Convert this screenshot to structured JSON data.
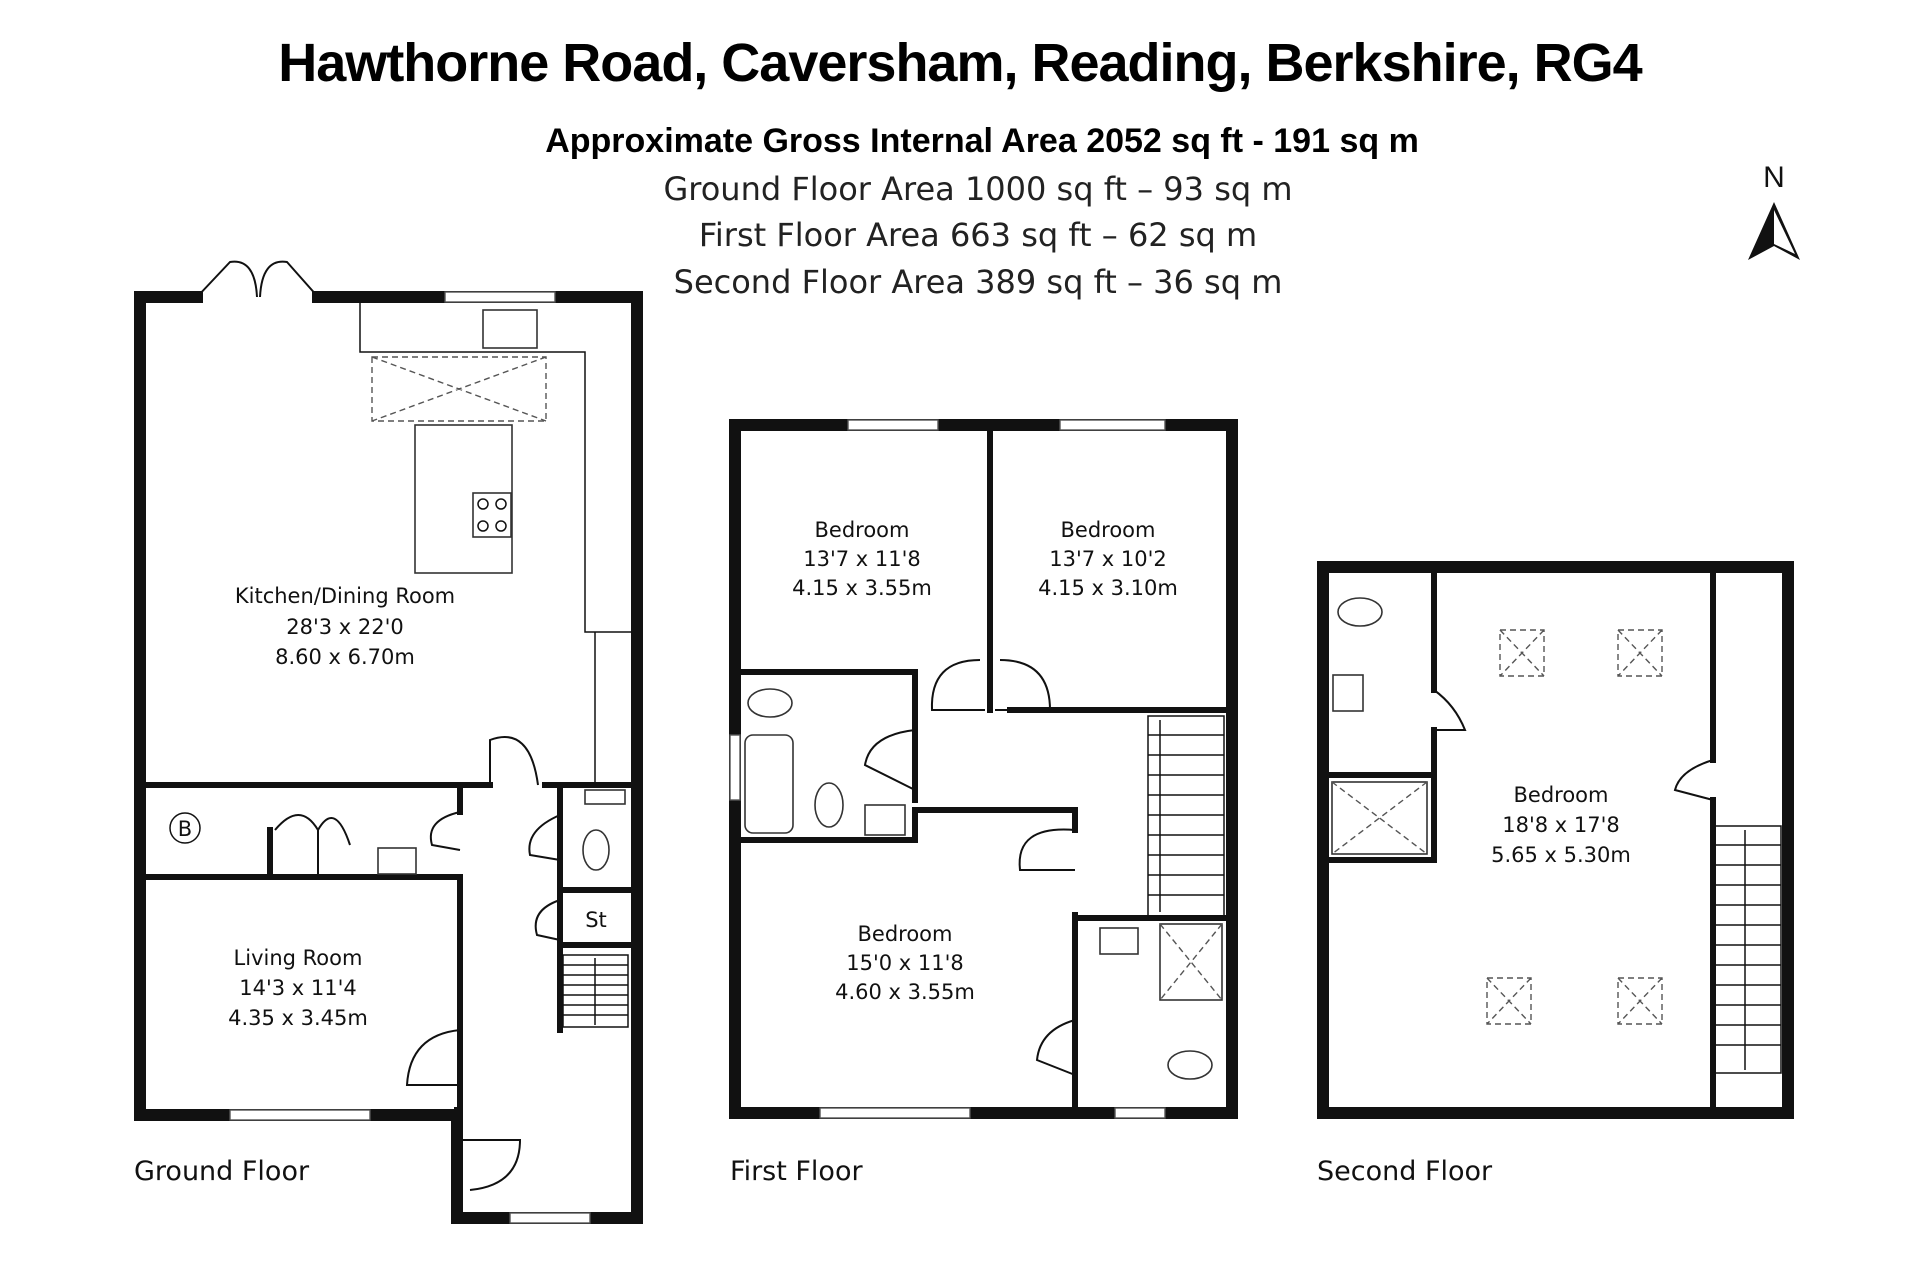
{
  "header": {
    "title": "Hawthorne Road, Caversham, Reading, Berkshire, RG4",
    "gross_area": "Approximate Gross Internal Area 2052 sq ft - 191 sq m",
    "floor_areas": [
      "Ground Floor Area 1000 sq ft – 93 sq m",
      "First Floor Area 663 sq ft – 62 sq m",
      "Second Floor Area 389 sq ft – 36 sq m"
    ]
  },
  "compass": {
    "letter": "N",
    "icon": "north-arrow-icon"
  },
  "floors": {
    "ground": {
      "label": "Ground Floor",
      "kitchen": {
        "name": "Kitchen/Dining Room",
        "imperial": "28'3 x 22'0",
        "metric": "8.60 x 6.70m"
      },
      "living": {
        "name": "Living Room",
        "imperial": "14'3 x 11'4",
        "metric": "4.35 x 3.45m"
      },
      "boiler": "B",
      "store": "St"
    },
    "first": {
      "label": "First Floor",
      "bed_left": {
        "name": "Bedroom",
        "imperial": "13'7 x 11'8",
        "metric": "4.15 x 3.55m"
      },
      "bed_right": {
        "name": "Bedroom",
        "imperial": "13'7 x 10'2",
        "metric": "4.15 x 3.10m"
      },
      "bed_bottom": {
        "name": "Bedroom",
        "imperial": "15'0 x 11'8",
        "metric": "4.60 x 3.55m"
      }
    },
    "second": {
      "label": "Second Floor",
      "bed": {
        "name": "Bedroom",
        "imperial": "18'8 x 17'8",
        "metric": "5.65 x 5.30m"
      }
    }
  }
}
